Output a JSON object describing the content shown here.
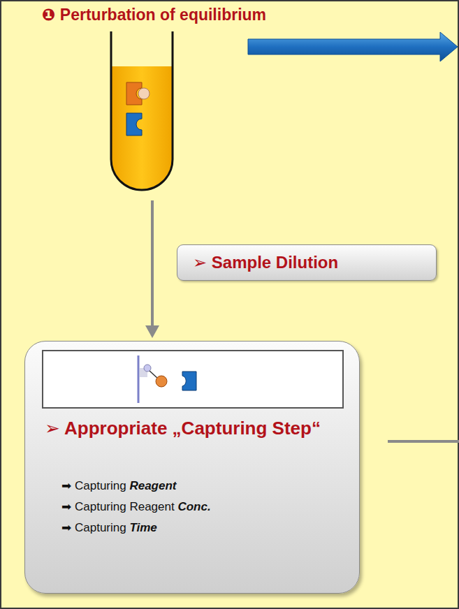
{
  "diagram": {
    "title": "❶ Perturbation of equilibrium",
    "nodes": [
      {
        "text": [
          "➢ Sample Dilution"
        ]
      },
      {
        "text": [
          "➢ Appropriate „Capturing Step“",
          "➡ Capturing Reagent",
          "➡ Capturing Reagent Conc.",
          "➡ Capturing Time"
        ]
      }
    ]
  }
}
